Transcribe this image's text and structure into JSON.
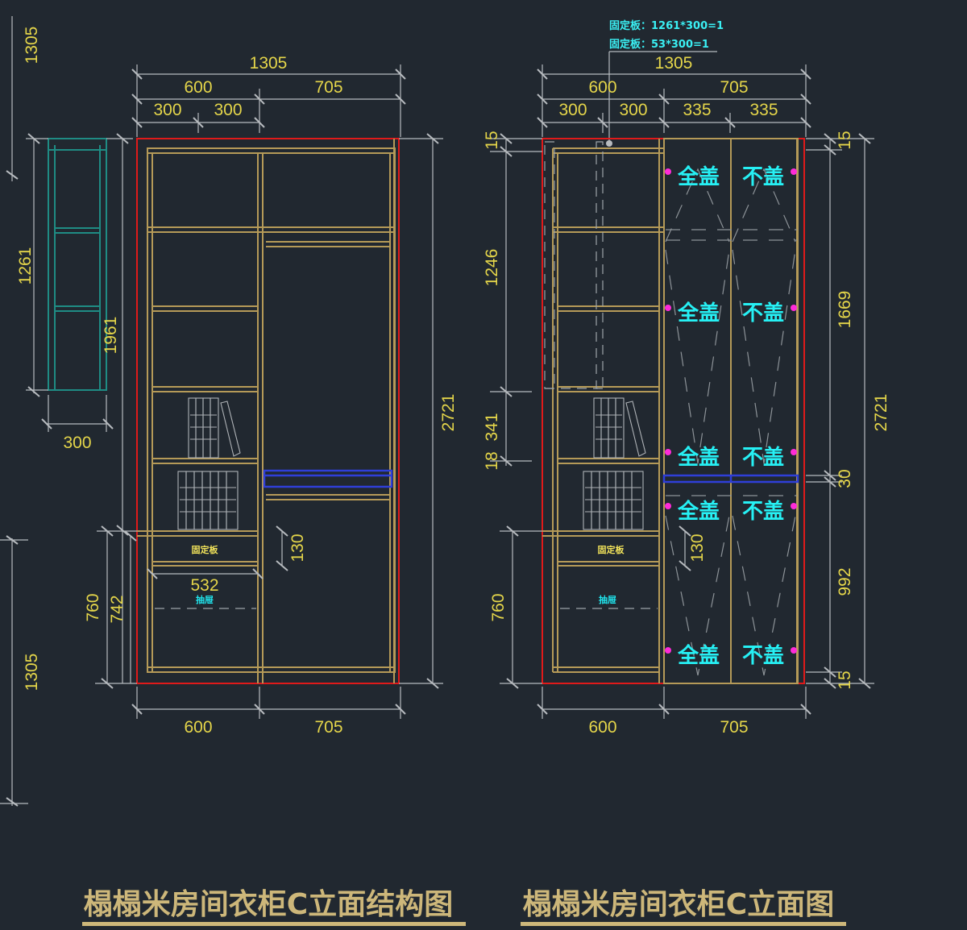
{
  "header_notes": [
    "固定板：1261*300=1",
    "固定板：53*300=1"
  ],
  "titles": {
    "left": "榻榻米房间衣柜C立面结构图",
    "right": "榻榻米房间衣柜C立面图"
  },
  "side_view": {
    "height_top": "1305",
    "height_shelf": "1261",
    "height_inner": "1961",
    "depth": "300",
    "height_bottom": "1305"
  },
  "left_elevation": {
    "overall_width": "1305",
    "upper": [
      "600",
      "705"
    ],
    "sub": [
      "300",
      "300"
    ],
    "bottom": [
      "600",
      "705"
    ],
    "height_total": "2721",
    "h760": "760",
    "h742": "742",
    "h130": "130",
    "w532": "532",
    "fixed_board": "固定板",
    "drawer_label": "抽屉"
  },
  "right_elevation": {
    "overall_width": "1305",
    "upper": [
      "600",
      "705"
    ],
    "sub": [
      "300",
      "300",
      "335",
      "335"
    ],
    "bottom": [
      "600",
      "705"
    ],
    "left_dims": [
      "15",
      "1246",
      "341",
      "18",
      "760"
    ],
    "right_dims": [
      "15",
      "1669",
      "30",
      "992",
      "15"
    ],
    "height_total": "2721",
    "h130": "130",
    "fixed_board": "固定板",
    "drawer_label": "抽屉",
    "door_labels": [
      [
        "全盖",
        "不盖"
      ],
      [
        "全盖",
        "不盖"
      ],
      [
        "全盖",
        "不盖"
      ],
      [
        "全盖",
        "不盖"
      ],
      [
        "全盖",
        "不盖"
      ]
    ]
  },
  "colors": {
    "background": "#212830",
    "dimension_text": "#e5d64a",
    "cabinet_line": "#b59a58",
    "outline_red": "#e01a1a",
    "rail_blue": "#2f3fd8",
    "door_text": "#26f0f4",
    "hinge": "#ff2bd8"
  }
}
